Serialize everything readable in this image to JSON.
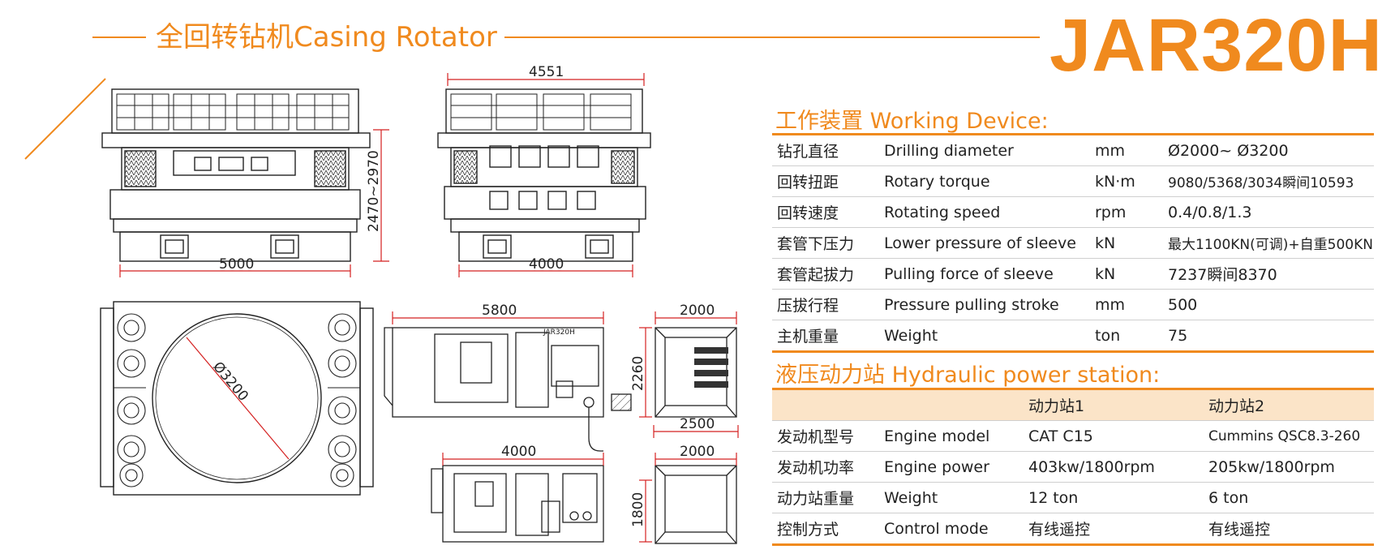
{
  "header": {
    "title": "全回转钻机Casing Rotator",
    "model": "JAR320H"
  },
  "drawings": {
    "dims": {
      "front_width": "5000",
      "front_height": "2470~2970",
      "side_top_width": "4551",
      "side_bottom_width": "4000",
      "plan_diameter": "Ø3200",
      "station1_length": "5800",
      "station1_label": "JAR320H",
      "station1_end_width": "2000",
      "station1_end_height": "2260",
      "station1_end_base": "2500",
      "station2_length": "4000",
      "station2_end_width": "2000",
      "station2_end_height": "1800"
    }
  },
  "working_device": {
    "title": "工作装置 Working Device:",
    "rows": [
      {
        "cn": "钻孔直径",
        "en": "Drilling diameter",
        "unit": "mm",
        "value": "Ø2000~ Ø3200"
      },
      {
        "cn": "回转扭距",
        "en": "Rotary torque",
        "unit": "kN·m",
        "value": "9080/5368/3034瞬间10593"
      },
      {
        "cn": "回转速度",
        "en": "Rotating speed",
        "unit": "rpm",
        "value": "0.4/0.8/1.3"
      },
      {
        "cn": "套管下压力",
        "en": "Lower pressure of sleeve",
        "unit": "kN",
        "value": "最大1100KN(可调)+自重500KN"
      },
      {
        "cn": "套管起拔力",
        "en": "Pulling force of sleeve",
        "unit": "kN",
        "value": "7237瞬间8370"
      },
      {
        "cn": "压拔行程",
        "en": "Pressure pulling stroke",
        "unit": "mm",
        "value": "500"
      },
      {
        "cn": "主机重量",
        "en": "Weight",
        "unit": "ton",
        "value": "75"
      }
    ]
  },
  "hydraulic_station": {
    "title": "液压动力站 Hydraulic power station:",
    "headers": [
      "",
      "",
      "动力站1",
      "动力站2"
    ],
    "rows": [
      {
        "cn": "发动机型号",
        "en": "Engine model",
        "s1": "CAT C15",
        "s2": "Cummins QSC8.3-260"
      },
      {
        "cn": "发动机功率",
        "en": "Engine power",
        "s1": "403kw/1800rpm",
        "s2": "205kw/1800rpm"
      },
      {
        "cn": "动力站重量",
        "en": "Weight",
        "s1": "12 ton",
        "s2": "6 ton"
      },
      {
        "cn": "控制方式",
        "en": "Control mode",
        "s1": "有线遥控",
        "s2": "有线遥控"
      }
    ]
  },
  "colors": {
    "accent": "#f08a1e",
    "dim_red": "#d42020",
    "header_fill": "#fbe4c8"
  }
}
